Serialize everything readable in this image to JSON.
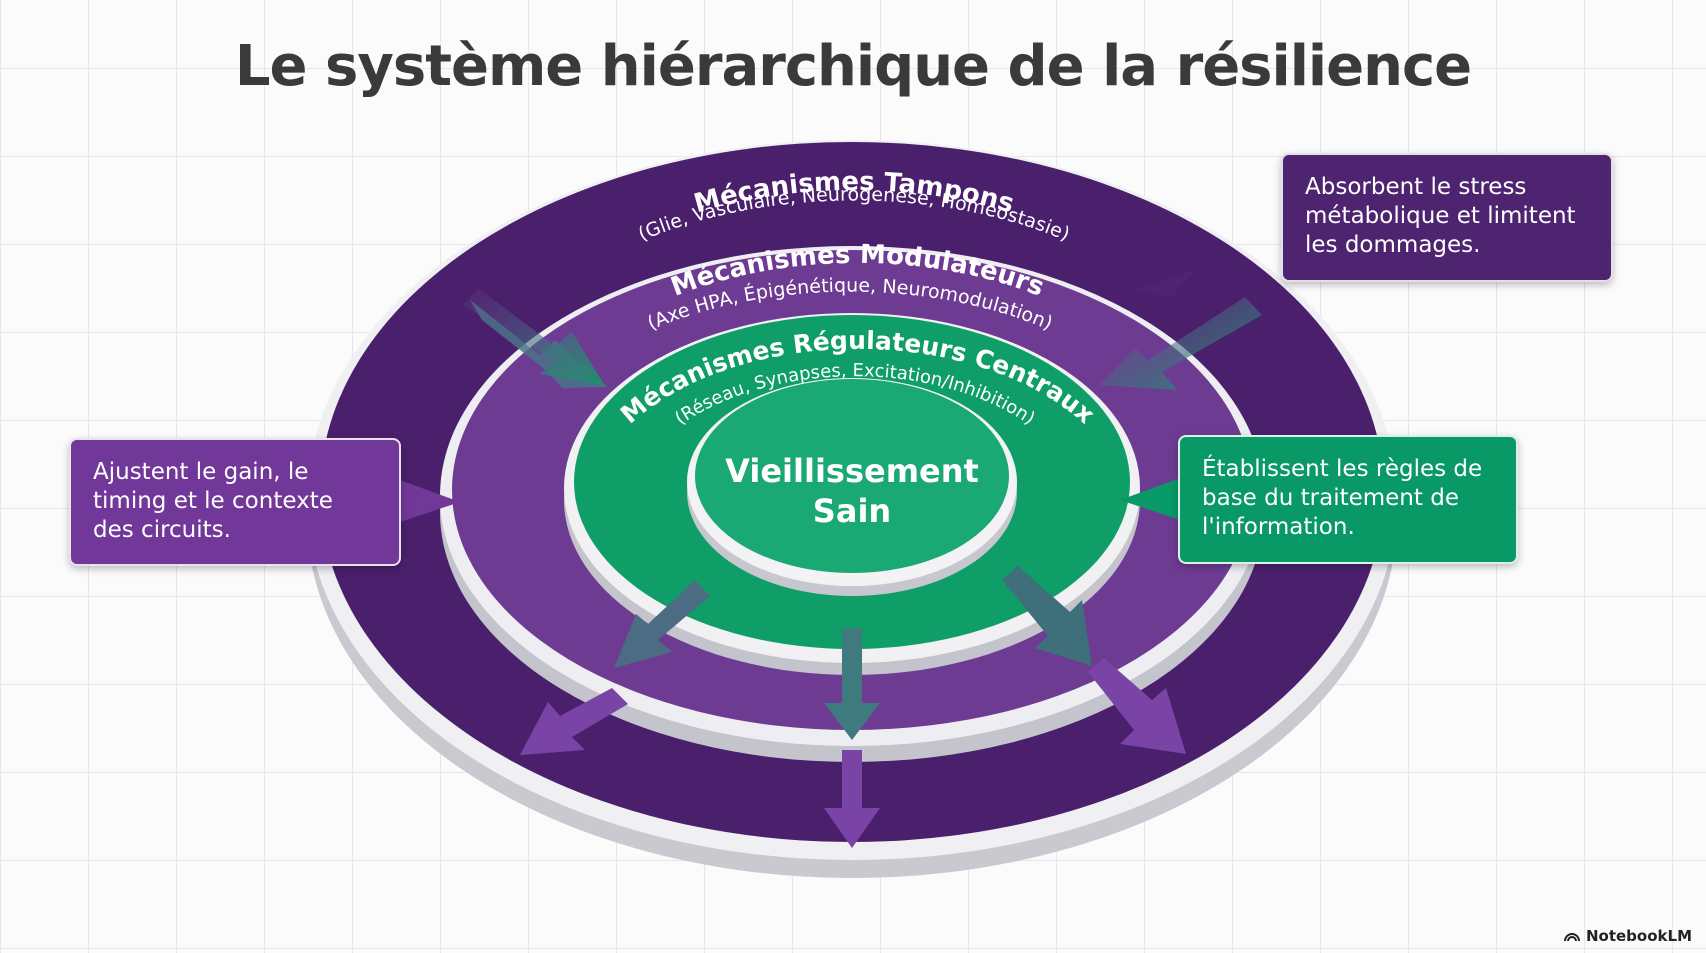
{
  "title": "Le système hiérarchique de la résilience",
  "rings": {
    "outer": {
      "title": "Mécanismes Tampons",
      "subtitle": "(Glie, Vasculaire, Neurogenèse, Homéostasie)"
    },
    "middle": {
      "title": "Mécanismes Modulateurs",
      "subtitle": "(Axe HPA, Épigénétique, Neuromodulation)"
    },
    "inner": {
      "title": "Mécanismes Régulateurs Centraux",
      "subtitle": "(Réseau, Synapses, Excitation/Inhibition)"
    },
    "core": {
      "line1": "Vieillissement",
      "line2": "Sain"
    }
  },
  "callouts": {
    "tampons": "Absorbent le stress métabolique et limitent les dommages.",
    "modulateurs": "Ajustent le gain, le timing et le contexte des circuits.",
    "centraux": "Établissent les règles de base du traitement de l'information."
  },
  "colors": {
    "outer": "#4a1f6c",
    "middle": "#6e3b93",
    "inner": "#0f9e68",
    "core": "#1aa874"
  },
  "brand": "NotebookLM"
}
